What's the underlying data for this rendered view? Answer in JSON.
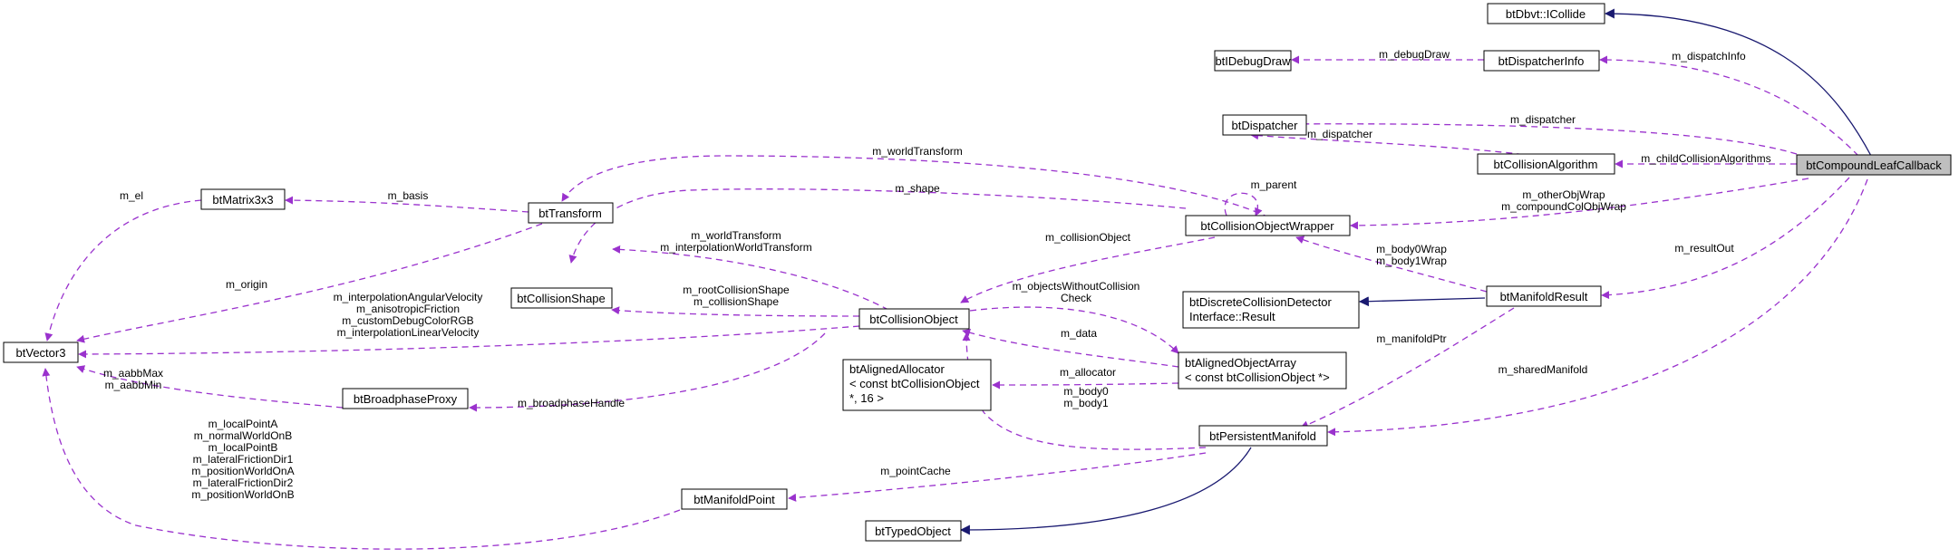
{
  "colors": {
    "usage_edge": "#9a32cd",
    "inheritance_edge": "#191970",
    "root_fill": "#bfbfbf",
    "node_fill": "#ffffff"
  },
  "nodes": {
    "bt_compound_leaf_callback": [
      "btCompoundLeafCallback"
    ],
    "bt_dbvt_icollide": [
      "btDbvt::ICollide"
    ],
    "bt_dispatcher_info": [
      "btDispatcherInfo"
    ],
    "bt_idebug_draw": [
      "btIDebugDraw"
    ],
    "bt_dispatcher": [
      "btDispatcher"
    ],
    "bt_collision_algorithm": [
      "btCollisionAlgorithm"
    ],
    "bt_collision_object_wrapper": [
      "btCollisionObjectWrapper"
    ],
    "bt_transform": [
      "btTransform"
    ],
    "bt_matrix3x3": [
      "btMatrix3x3"
    ],
    "bt_vector3": [
      "btVector3"
    ],
    "bt_collision_shape": [
      "btCollisionShape"
    ],
    "bt_collision_object": [
      "btCollisionObject"
    ],
    "bt_broadphase_proxy": [
      "btBroadphaseProxy"
    ],
    "bt_aligned_allocator": [
      "btAlignedAllocator",
      "< const btCollisionObject",
      "*, 16 >"
    ],
    "bt_aligned_object_array": [
      "btAlignedObjectArray",
      "< const btCollisionObject *>"
    ],
    "bt_manifold_result": [
      "btManifoldResult"
    ],
    "bt_discrete_collision_detector_interface_result": [
      "btDiscreteCollisionDetector",
      "Interface::Result"
    ],
    "bt_persistent_manifold": [
      "btPersistentManifold"
    ],
    "bt_manifold_point": [
      "btManifoldPoint"
    ],
    "bt_typed_object": [
      "btTypedObject"
    ]
  },
  "edge_labels": {
    "m_dispatch_info": [
      "m_dispatchInfo"
    ],
    "m_debug_draw": [
      "m_debugDraw"
    ],
    "m_dispatcher": [
      "m_dispatcher"
    ],
    "m_dispatcher_alg": [
      "m_dispatcher"
    ],
    "m_child_collision_algorithms": [
      "m_childCollisionAlgorithms"
    ],
    "m_world_transform_wrapper": [
      "m_worldTransform"
    ],
    "m_shape": [
      "m_shape"
    ],
    "m_parent": [
      "m_parent"
    ],
    "m_other_obj_wrap": [
      "m_otherObjWrap",
      "m_compoundColObjWrap"
    ],
    "m_collision_object": [
      "m_collisionObject"
    ],
    "m_basis": [
      "m_basis"
    ],
    "m_el": [
      "m_el"
    ],
    "m_origin": [
      "m_origin"
    ],
    "m_world_transform_obj": [
      "m_worldTransform",
      "m_interpolationWorldTransform"
    ],
    "m_root_collision_shape": [
      "m_rootCollisionShape",
      "m_collisionShape"
    ],
    "m_interpolation_angular_velocity": [
      "m_interpolationAngularVelocity",
      "m_anisotropicFriction",
      "m_customDebugColorRGB",
      "m_interpolationLinearVelocity"
    ],
    "m_objects_without_collision_check": [
      "m_objectsWithoutCollision",
      "Check"
    ],
    "m_data": [
      "m_data"
    ],
    "m_allocator": [
      "m_allocator"
    ],
    "m_body0_wrap": [
      "m_body0Wrap",
      "m_body1Wrap"
    ],
    "m_result_out": [
      "m_resultOut"
    ],
    "m_manifold_ptr": [
      "m_manifoldPtr"
    ],
    "m_shared_manifold": [
      "m_sharedManifold"
    ],
    "m_body0": [
      "m_body0",
      "m_body1"
    ],
    "m_aabb_max": [
      "m_aabbMax",
      "m_aabbMin"
    ],
    "m_broadphase_handle": [
      "m_broadphaseHandle"
    ],
    "m_point_cache": [
      "m_pointCache"
    ],
    "m_local_point_a": [
      "m_localPointA",
      "m_normalWorldOnB",
      "m_localPointB",
      "m_lateralFrictionDir1",
      "m_positionWorldOnA",
      "m_lateralFrictionDir2",
      "m_positionWorldOnB"
    ]
  }
}
